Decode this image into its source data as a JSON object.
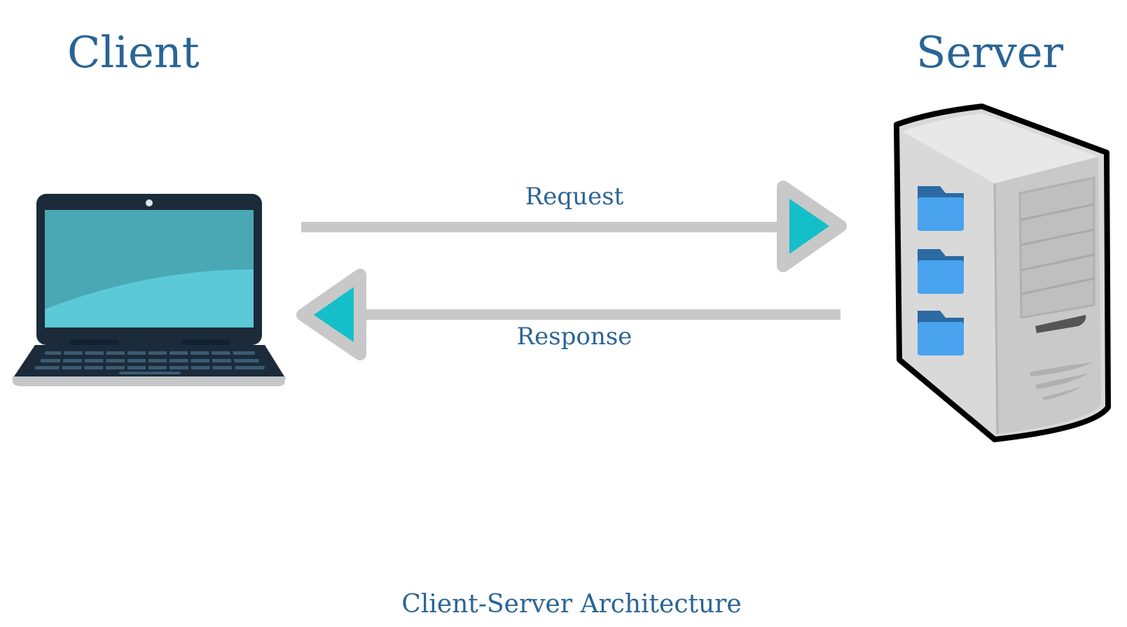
{
  "diagram": {
    "client_title": "Client",
    "server_title": "Server",
    "request_label": "Request",
    "response_label": "Response",
    "caption": "Client-Server Architecture"
  },
  "colors": {
    "text": "#2a6496",
    "arrow_line": "#c8c8c8",
    "arrow_head": "#14bfc9",
    "laptop_frame": "#1b2b3a",
    "laptop_screen": "#4aa8b5",
    "laptop_screen_light": "#5bc9d8",
    "server_body": "#dcdcdc",
    "folder": "#4aa3ef"
  },
  "icons": {
    "client": "laptop-icon",
    "server": "server-tower-icon",
    "folder": "folder-icon"
  }
}
